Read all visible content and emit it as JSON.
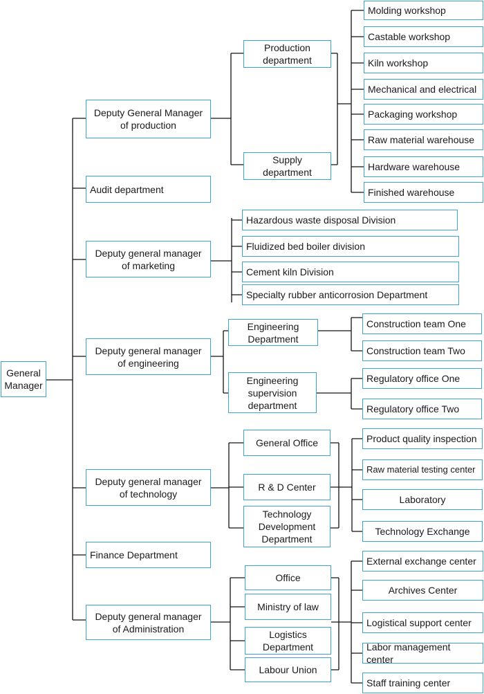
{
  "chart": {
    "root": "General\nManager",
    "deputies": {
      "production": "Deputy General Manager\nof production",
      "audit": "Audit department",
      "marketing": "Deputy general manager\nof marketing",
      "engineering": "Deputy general manager\nof engineering",
      "technology": "Deputy general manager\nof technology",
      "finance": "Finance Department",
      "administration": "Deputy general manager\nof Administration"
    },
    "production": {
      "production_department": "Production\ndepartment",
      "supply_department": "Supply\ndepartment",
      "units": [
        "Molding workshop",
        "Castable workshop",
        "Kiln workshop",
        "Mechanical and electrical",
        "Packaging workshop",
        "Raw material warehouse",
        "Hardware warehouse",
        "Finished warehouse"
      ]
    },
    "marketing": {
      "divisions": [
        "Hazardous waste disposal Division",
        "Fluidized bed boiler division",
        "Cement kiln Division",
        "Specialty rubber anticorrosion Department"
      ]
    },
    "engineering": {
      "engineering_department": "Engineering\nDepartment",
      "supervision_department": "Engineering\nsupervision\ndepartment",
      "construction_teams": [
        "Construction team One",
        "Construction team Two"
      ],
      "regulatory_offices": [
        "Regulatory office One",
        "Regulatory office Two"
      ]
    },
    "technology": {
      "departments": [
        "General Office",
        "R & D Center",
        "Technology\nDevelopment\nDepartment"
      ],
      "units": [
        "Product quality inspection",
        "Raw material testing center",
        "Laboratory",
        "Technology Exchange"
      ]
    },
    "administration": {
      "departments": [
        "Office",
        "Ministry of law",
        "Logistics\nDepartment",
        "Labour Union"
      ],
      "units": [
        "External exchange center",
        "Archives Center",
        "Logistical support center",
        "Labor management center",
        "Staff training center"
      ]
    }
  },
  "colors": {
    "box_border": "#3fa3d2",
    "connector": "#111111",
    "text": "#1a1a1a"
  }
}
